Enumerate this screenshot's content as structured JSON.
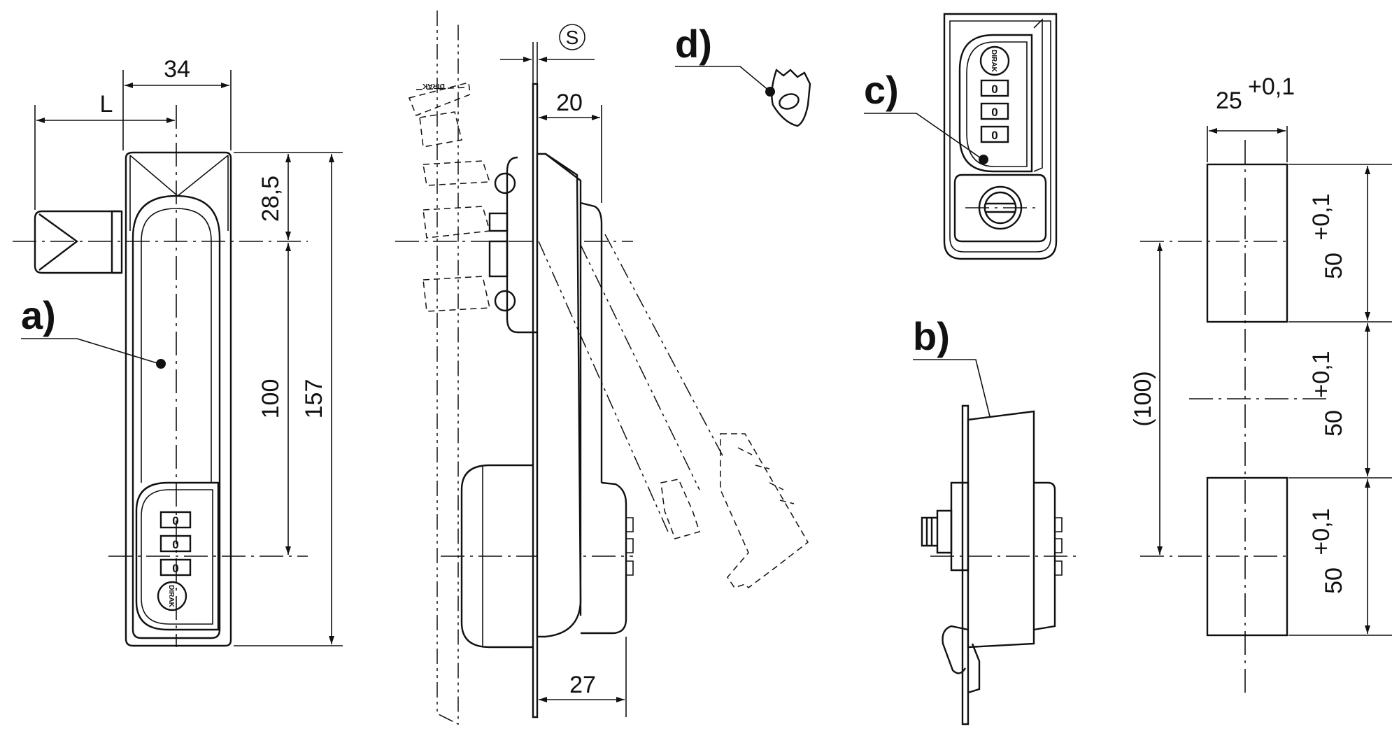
{
  "labels": {
    "a": "a)",
    "b": "b)",
    "c": "c)",
    "d": "d)",
    "s": "S"
  },
  "dimensions": {
    "width_34": "34",
    "length_L": "L",
    "height_28_5": "28,5",
    "height_100": "100",
    "height_157": "157",
    "depth_20": "20",
    "depth_27": "27",
    "cutout_width": "25",
    "cutout_height": "50",
    "spacing": "(100)",
    "tolerance": "+0,1"
  },
  "dial_digits": [
    "0",
    "0",
    "0"
  ],
  "brand_text": "DIRAK"
}
